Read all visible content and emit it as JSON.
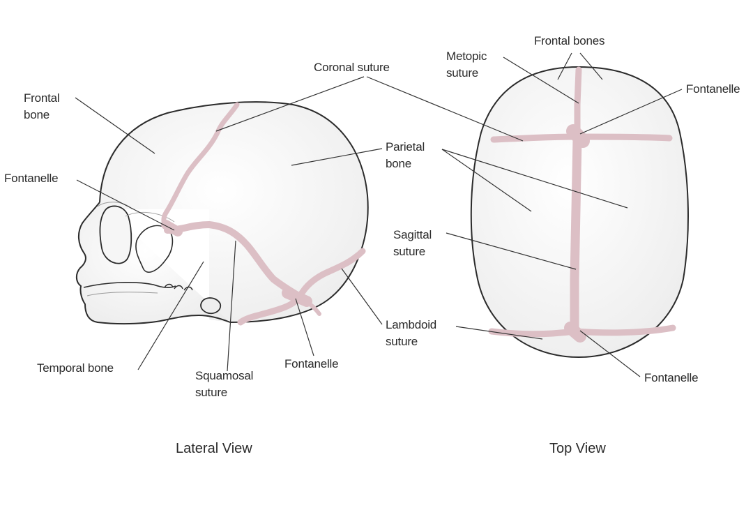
{
  "colors": {
    "outline": "#2b2b2b",
    "suture": "#dcbfc5",
    "skull_fill": "#f3f3f3",
    "leader": "#333333"
  },
  "lateral": {
    "title": "Lateral View",
    "labels": {
      "frontal_bone": [
        "Frontal",
        "bone"
      ],
      "fontanelle_front": "Fontanelle",
      "coronal_suture": "Coronal suture",
      "parietal_bone": [
        "Parietal",
        "bone"
      ],
      "temporal_bone": "Temporal bone",
      "squamosal_suture": [
        "Squamosal",
        "suture"
      ],
      "fontanelle_back": "Fontanelle",
      "lambdoid_suture": [
        "Lambdoid",
        "suture"
      ]
    }
  },
  "top": {
    "title": "Top View",
    "labels": {
      "frontal_bones": "Frontal bones",
      "metopic_suture": [
        "Metopic",
        "suture"
      ],
      "fontanelle_front": "Fontanelle",
      "sagittal_suture": [
        "Sagittal",
        "suture"
      ],
      "fontanelle_back": "Fontanelle"
    }
  }
}
